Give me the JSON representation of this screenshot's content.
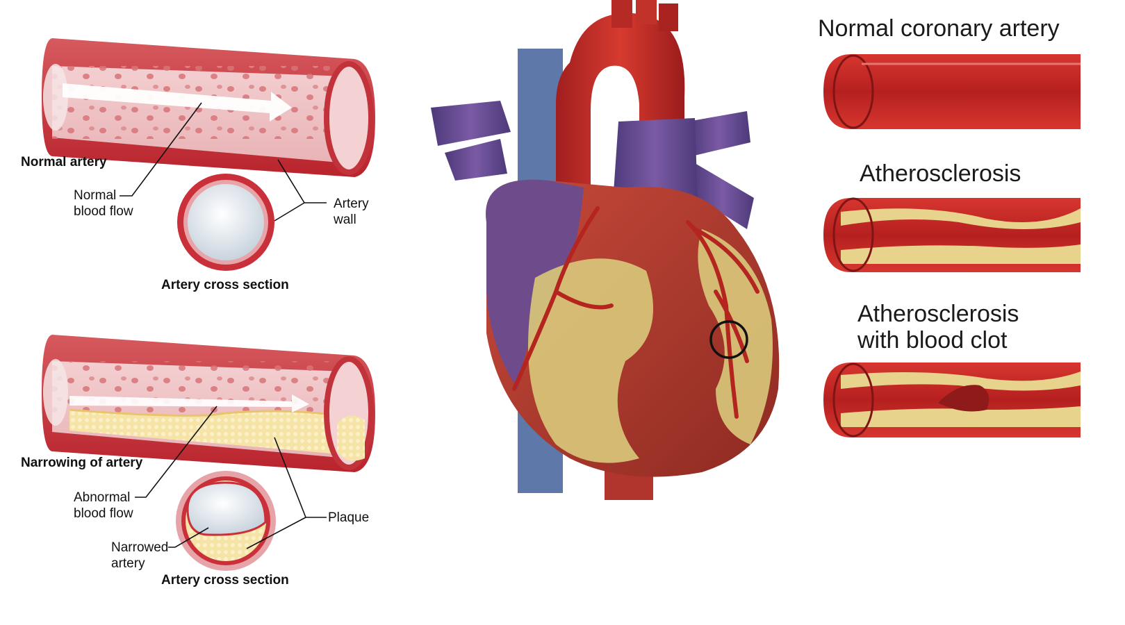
{
  "left_panel": {
    "normal": {
      "title": "Normal artery",
      "flow_label": [
        "Normal",
        "blood flow"
      ],
      "wall_label": [
        "Artery",
        "wall"
      ],
      "cross_section_label": "Artery cross section"
    },
    "narrowed": {
      "title": "Narrowing of artery",
      "flow_label": [
        "Abnormal",
        "blood flow"
      ],
      "plaque_label": "Plaque",
      "narrowed_label": [
        "Narrowed",
        "artery"
      ],
      "cross_section_label": "Artery cross section"
    }
  },
  "right_panel": {
    "stages": [
      {
        "title": [
          "Normal coronary artery"
        ]
      },
      {
        "title": [
          "Atherosclerosis"
        ]
      },
      {
        "title": [
          "Atherosclerosis",
          "with blood clot"
        ]
      }
    ]
  },
  "colors": {
    "artery_red": "#c9343a",
    "artery_dark": "#a8232b",
    "artery_inner": "#efc4c6",
    "plaque_yellow": "#f3e2a4",
    "vein_purple": "#6b4a8e",
    "vein_blue": "#5a72a8",
    "heart_red": "#b83a30",
    "fat_yellow": "#d9c774"
  }
}
